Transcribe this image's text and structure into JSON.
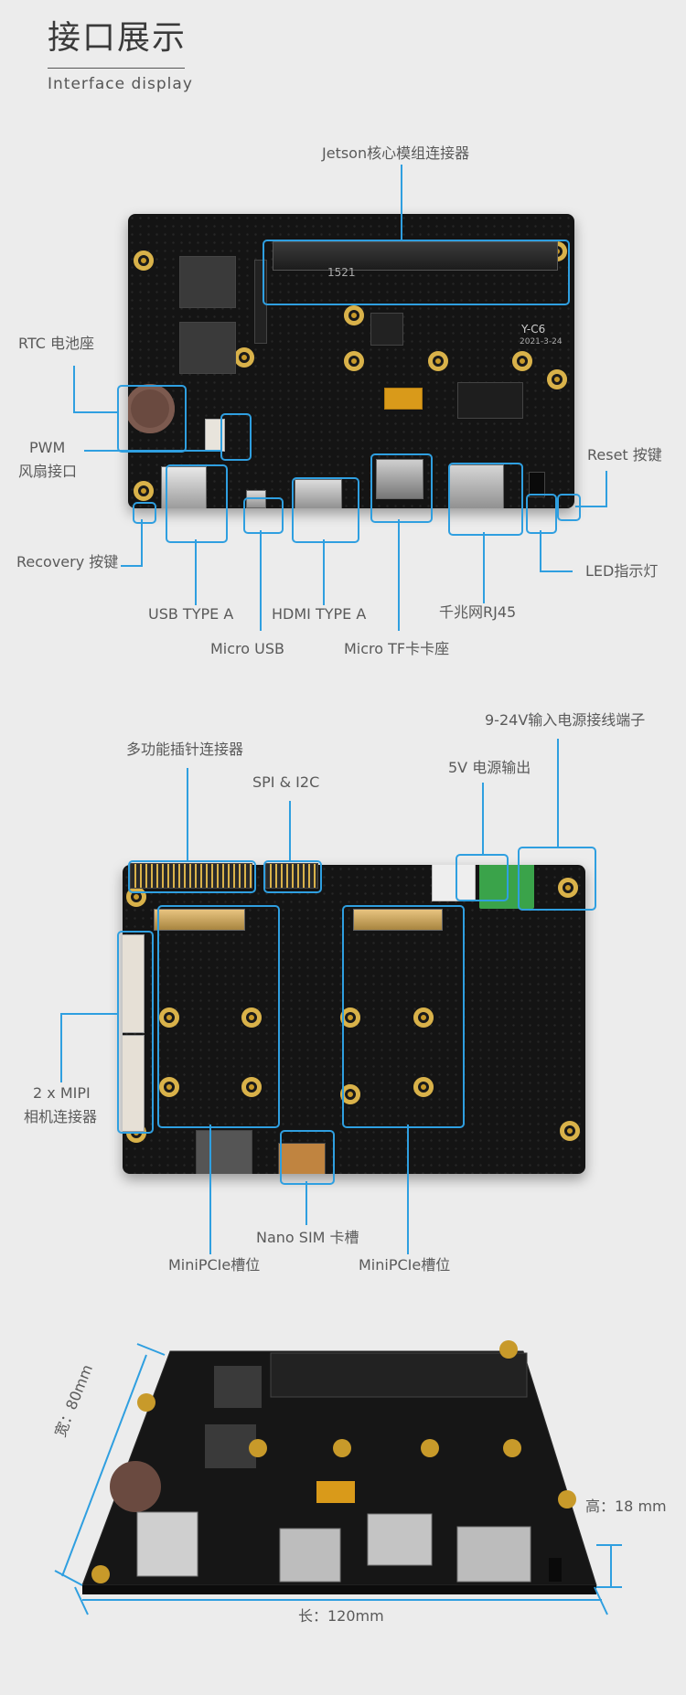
{
  "header": {
    "title": "接口展示",
    "subtitle": "Interface display"
  },
  "section1": {
    "jetson": "Jetson核心模组连接器",
    "rtc": "RTC 电池座",
    "pwm_line1": "PWM",
    "pwm_line2": "风扇接口",
    "recovery": "Recovery 按键",
    "usb": "USB TYPE A",
    "microusb": "Micro USB",
    "hdmi": "HDMI TYPE A",
    "microtf": "Micro TF卡卡座",
    "rj45": "千兆网RJ45",
    "reset": "Reset 按键",
    "led": "LED指示灯",
    "silk_model": "Y-C6",
    "silk_date": "2021-3-24",
    "silk_code": "1521"
  },
  "section2": {
    "power_term": "9-24V输入电源接线端子",
    "multi_pin": "多功能插针连接器",
    "spi": "SPI & I2C",
    "fivev": "5V 电源输出",
    "mipi_line1": "2 x MIPI",
    "mipi_line2": "相机连接器",
    "sim": "Nano SIM 卡槽",
    "minipcie_left": "MiniPCIe槽位",
    "minipcie_right": "MiniPCIe槽位"
  },
  "section3": {
    "width": "宽：80mm",
    "height": "高：18 mm",
    "length": "长：120mm"
  },
  "colors": {
    "accent": "#2f9fe0",
    "board": "#141414",
    "gold": "#c89a2a",
    "background": "#ececec"
  }
}
